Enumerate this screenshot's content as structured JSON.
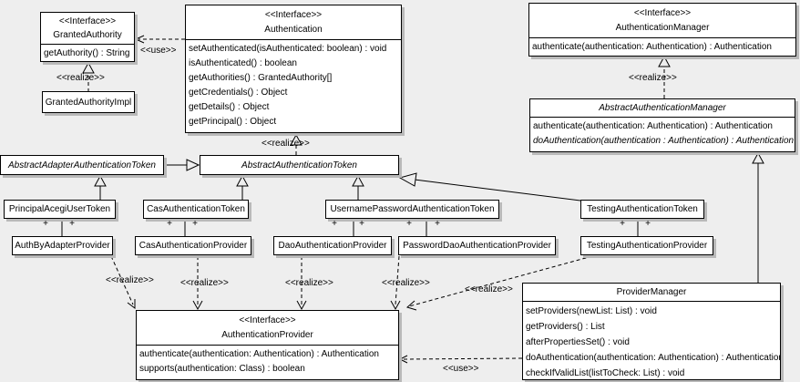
{
  "stereotype_interface": "<<Interface>>",
  "labels": {
    "use": "<<use>>",
    "realize": "<<realize>>",
    "plus": "+"
  },
  "classes": [
    {
      "name": "GrantedAuthority",
      "methods": [
        "getAuthority() : String"
      ]
    },
    {
      "name": "GrantedAuthorityImpl",
      "methods": []
    },
    {
      "name": "Authentication",
      "methods": [
        "setAuthenticated(isAuthenticated: boolean) : void",
        "isAuthenticated() : boolean",
        "getAuthorities() : GrantedAuthority[]",
        "getCredentials() : Object",
        "getDetails() : Object",
        "getPrincipal() : Object"
      ]
    },
    {
      "name": "AuthenticationManager",
      "methods": [
        "authenticate(authentication: Authentication) : Authentication"
      ]
    },
    {
      "name": "AbstractAuthenticationManager",
      "methods": [
        "authenticate(authentication: Authentication) : Authentication",
        "doAuthentication(authentication : Authentication) : Authentication"
      ]
    },
    {
      "name": "AbstractAdapterAuthenticationToken",
      "methods": []
    },
    {
      "name": "AbstractAuthenticationToken",
      "methods": []
    },
    {
      "name": "PrincipalAcegiUserToken",
      "methods": []
    },
    {
      "name": "CasAuthenticationToken",
      "methods": []
    },
    {
      "name": "UsernamePasswordAuthenticationToken",
      "methods": []
    },
    {
      "name": "TestingAuthenticationToken",
      "methods": []
    },
    {
      "name": "AuthByAdapterProvider",
      "methods": []
    },
    {
      "name": "CasAuthenticationProvider",
      "methods": []
    },
    {
      "name": "DaoAuthenticationProvider",
      "methods": []
    },
    {
      "name": "PasswordDaoAuthenticationProvider",
      "methods": []
    },
    {
      "name": "TestingAuthenticationProvider",
      "methods": []
    },
    {
      "name": "AuthenticationProvider",
      "methods": [
        "authenticate(authentication: Authentication) : Authentication",
        "supports(authentication: Class) : boolean"
      ]
    },
    {
      "name": "ProviderManager",
      "methods": [
        "setProviders(newList: List) : void",
        "getProviders() : List",
        "afterPropertiesSet() : void",
        "doAuthentication(authentication: Authentication) : Authentication",
        "checkIfValidList(listToCheck: List) : void"
      ]
    }
  ],
  "edges": [
    {
      "type": "use",
      "from": "Authentication",
      "to": "GrantedAuthority"
    },
    {
      "type": "realize",
      "from": "GrantedAuthorityImpl",
      "to": "GrantedAuthority"
    },
    {
      "type": "realize",
      "from": "AbstractAuthenticationToken",
      "to": "Authentication"
    },
    {
      "type": "realize",
      "from": "AbstractAuthenticationManager",
      "to": "AuthenticationManager"
    },
    {
      "type": "generalize",
      "from": "AbstractAdapterAuthenticationToken",
      "to": "AbstractAuthenticationToken"
    },
    {
      "type": "generalize",
      "from": "PrincipalAcegiUserToken",
      "to": "AbstractAdapterAuthenticationToken"
    },
    {
      "type": "generalize",
      "from": "CasAuthenticationToken",
      "to": "AbstractAuthenticationToken"
    },
    {
      "type": "generalize",
      "from": "UsernamePasswordAuthenticationToken",
      "to": "AbstractAuthenticationToken"
    },
    {
      "type": "generalize",
      "from": "TestingAuthenticationToken",
      "to": "AbstractAuthenticationToken"
    },
    {
      "type": "generalize",
      "from": "ProviderManager",
      "to": "AbstractAuthenticationManager"
    },
    {
      "type": "association",
      "from": "PrincipalAcegiUserToken",
      "to": "AuthByAdapterProvider"
    },
    {
      "type": "association",
      "from": "CasAuthenticationToken",
      "to": "CasAuthenticationProvider"
    },
    {
      "type": "association",
      "from": "UsernamePasswordAuthenticationToken",
      "to": "DaoAuthenticationProvider"
    },
    {
      "type": "association",
      "from": "UsernamePasswordAuthenticationToken",
      "to": "PasswordDaoAuthenticationProvider"
    },
    {
      "type": "association",
      "from": "TestingAuthenticationToken",
      "to": "TestingAuthenticationProvider"
    },
    {
      "type": "realize",
      "from": "AuthByAdapterProvider",
      "to": "AuthenticationProvider"
    },
    {
      "type": "realize",
      "from": "CasAuthenticationProvider",
      "to": "AuthenticationProvider"
    },
    {
      "type": "realize",
      "from": "DaoAuthenticationProvider",
      "to": "AuthenticationProvider"
    },
    {
      "type": "realize",
      "from": "PasswordDaoAuthenticationProvider",
      "to": "AuthenticationProvider"
    },
    {
      "type": "realize",
      "from": "TestingAuthenticationProvider",
      "to": "AuthenticationProvider"
    },
    {
      "type": "use",
      "from": "ProviderManager",
      "to": "AuthenticationProvider"
    }
  ]
}
